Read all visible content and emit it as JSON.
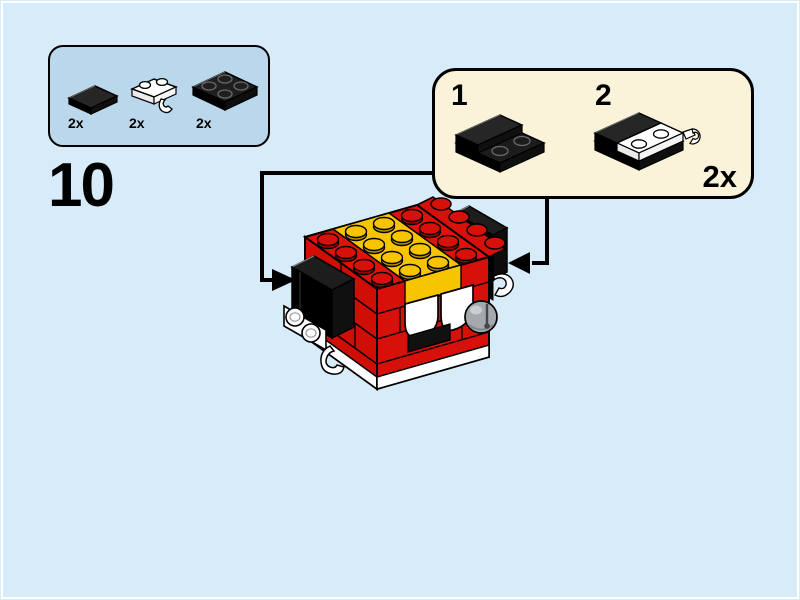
{
  "page": {
    "background_color": "#d7ebf9",
    "frame_color": "#ffffff",
    "connector_color": "#000000"
  },
  "step": {
    "number": "10"
  },
  "parts_box": {
    "background_color": "#bad7ec",
    "items": [
      {
        "icon": "black-1x2-tile-icon",
        "quantity": "2x"
      },
      {
        "icon": "white-1x2-clip-plate-icon",
        "quantity": "2x"
      },
      {
        "icon": "black-2x2-plate-icon",
        "quantity": "2x"
      }
    ]
  },
  "callout": {
    "background_color": "#faf3d9",
    "quantity": "2x",
    "substeps": [
      {
        "number": "1",
        "icon": "black-2x2-plate-with-black-tile-icon"
      },
      {
        "number": "2",
        "icon": "black-plate-assembly-with-white-clip-plate-icon"
      }
    ]
  },
  "model": {
    "name": "brick-model-in-progress",
    "description": "red brick cube with yellow top band, white curved trim, gray bell and black side clip assemblies",
    "colors": {
      "red": "#d8100a",
      "red_dark": "#9c0a05",
      "yellow": "#f7c400",
      "yellow_dark": "#b89400",
      "black": "#161616",
      "white": "#ffffff",
      "gray": "#a3a9ad"
    }
  }
}
